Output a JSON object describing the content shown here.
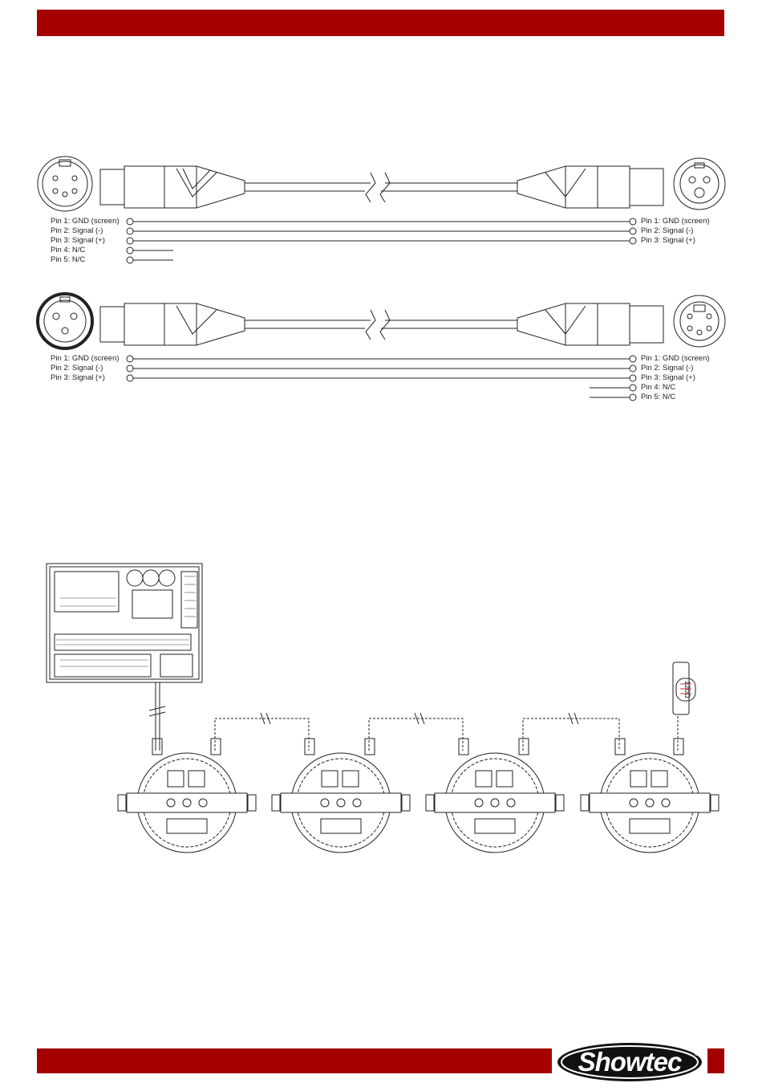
{
  "colors": {
    "brand_red": "#a50000",
    "line": "#222222"
  },
  "logo": {
    "text": "Showtec",
    "reg": "®"
  },
  "cable_5to3": {
    "left_pins": [
      "Pin 1: GND (screen)",
      "Pin 2: Signal (-)",
      "Pin 3: Signal (+)",
      "Pin 4: N/C",
      "Pin 5: N/C"
    ],
    "right_pins": [
      "Pin 1: GND (screen)",
      "Pin 2: Signal (-)",
      "Pin 3: Signal (+)"
    ]
  },
  "cable_3to5": {
    "left_pins": [
      "Pin 1: GND (screen)",
      "Pin 2: Signal (-)",
      "Pin 3: Signal (+)"
    ],
    "right_pins": [
      "Pin 1: GND (screen)",
      "Pin 2: Signal (-)",
      "Pin 3: Signal (+)",
      "Pin 4: N/C",
      "Pin 5: N/C"
    ]
  },
  "terminator": {
    "label": "120Ω"
  },
  "icons": [
    "xlr-female-5pin-icon",
    "xlr-male-3pin-icon",
    "xlr-female-3pin-icon",
    "xlr-male-5pin-icon",
    "dmx-controller-icon",
    "par-fixture-icon",
    "terminator-resistor-icon"
  ]
}
